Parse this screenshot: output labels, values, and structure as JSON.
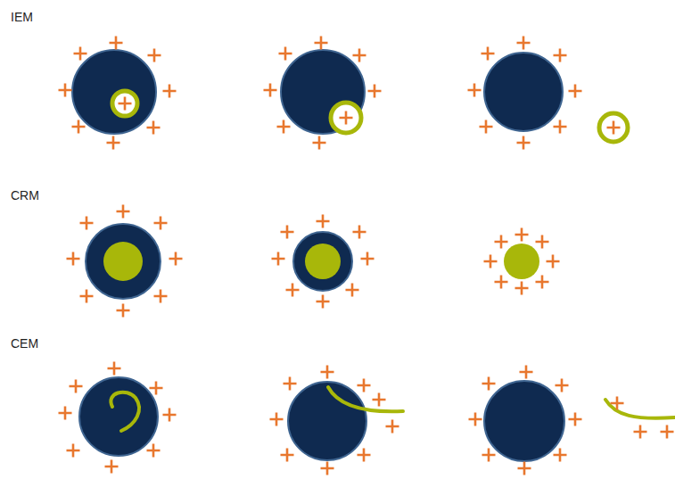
{
  "diagram": {
    "labels": [
      "IEM",
      "CRM",
      "CEM"
    ]
  }
}
